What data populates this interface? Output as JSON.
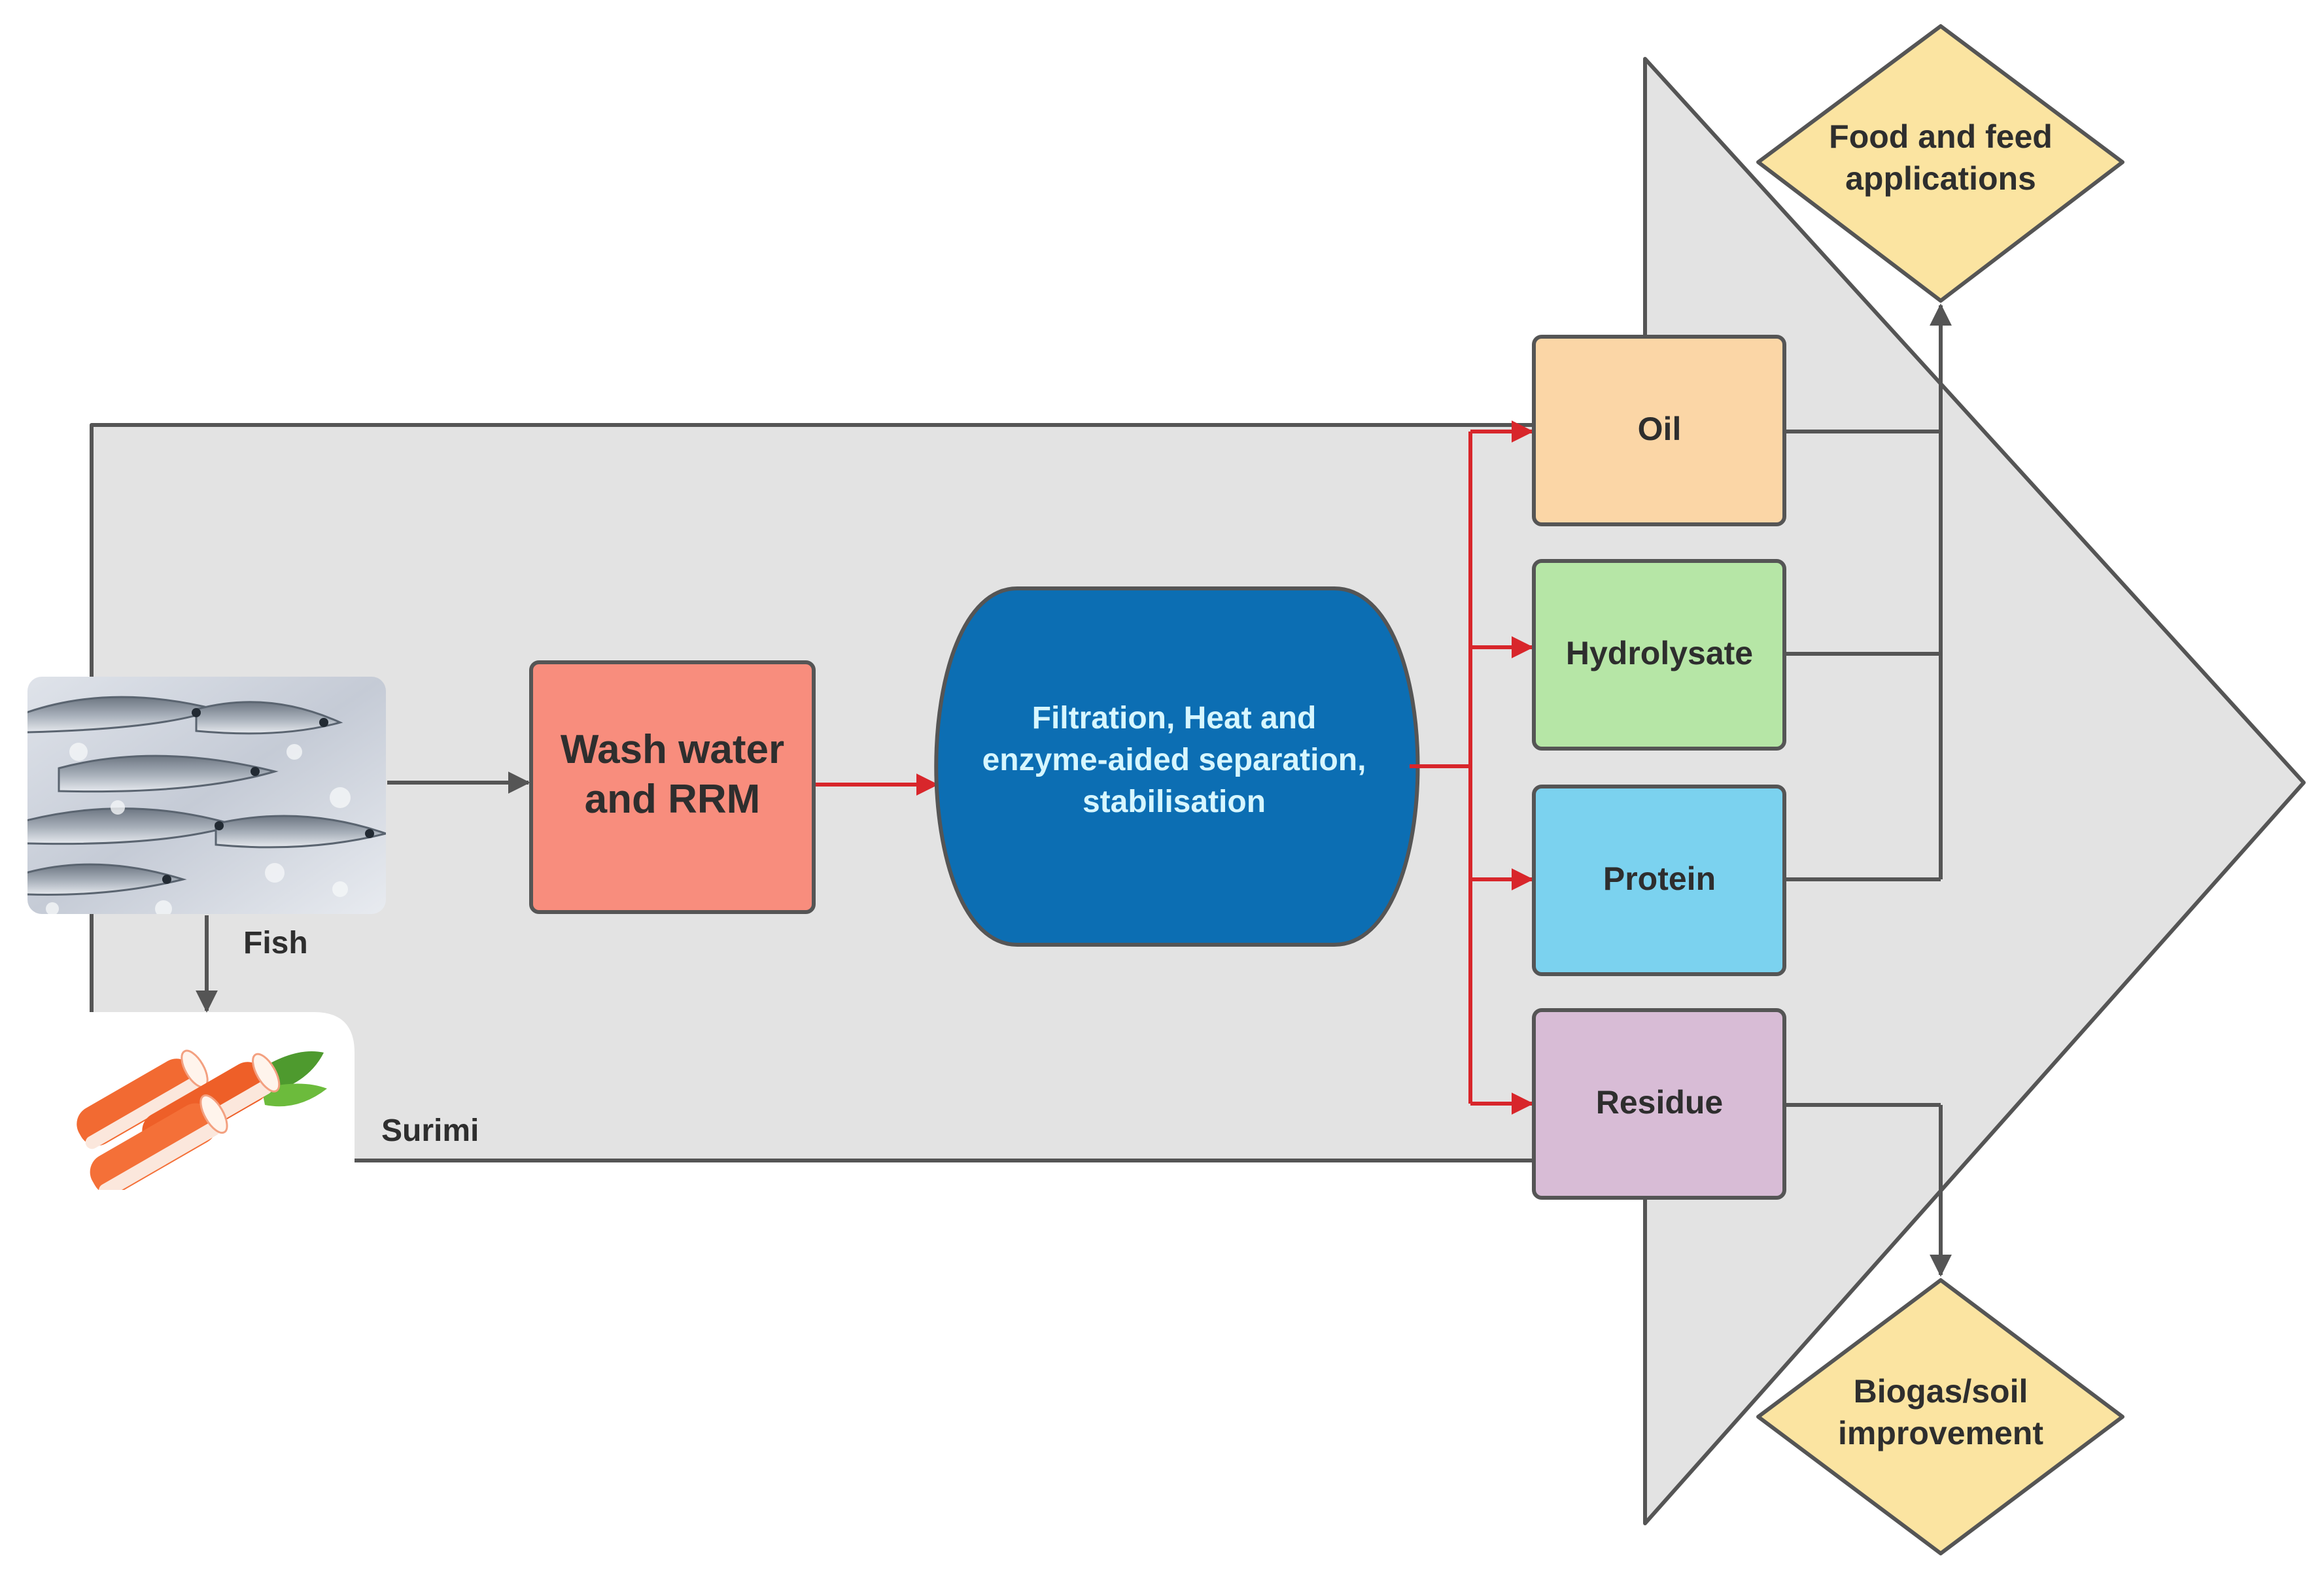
{
  "colors": {
    "arrow_fill": "#e3e3e3",
    "outline": "#555555",
    "flow_red": "#d8262b",
    "flow_gray": "#555555",
    "wash_fill": "#f88d7d",
    "process_fill": "#0c6eb3",
    "oil_fill": "#fbd6a6",
    "hydrolysate_fill": "#b6e6a6",
    "protein_fill": "#7bd2ef",
    "residue_fill": "#d8bcd6",
    "diamond_fill": "#fbe4a1"
  },
  "inputs": {
    "fish_label": "Fish",
    "surimi_label": "Surimi",
    "fish_image": "fish-on-ice-photo",
    "surimi_image": "crab-sticks-photo"
  },
  "steps": {
    "wash": {
      "line1": "Wash water",
      "line2": "and RRM"
    },
    "process": {
      "line1": "Filtration, Heat and",
      "line2": "enzyme-aided separation,",
      "line3": "stabilisation"
    }
  },
  "products": {
    "oil": "Oil",
    "hydrolysate": "Hydrolysate",
    "protein": "Protein",
    "residue": "Residue"
  },
  "outcomes": {
    "food": {
      "line1": "Food and feed",
      "line2": "applications"
    },
    "biogas": {
      "line1": "Biogas/soil",
      "line2": "improvement"
    }
  }
}
